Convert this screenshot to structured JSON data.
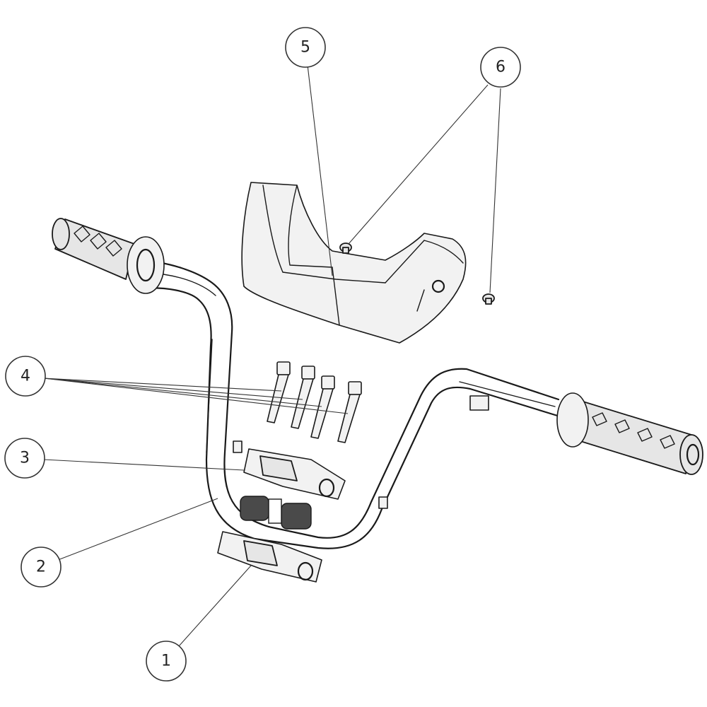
{
  "callouts": [
    {
      "id": "1",
      "label": "1"
    },
    {
      "id": "2",
      "label": "2"
    },
    {
      "id": "3",
      "label": "3"
    },
    {
      "id": "4",
      "label": "4"
    },
    {
      "id": "5",
      "label": "5"
    },
    {
      "id": "6",
      "label": "6"
    }
  ],
  "colors": {
    "line": "#1a1a1a",
    "shade": "#e6e6e6",
    "dark_band": "#4a4a4a",
    "background": "#ffffff"
  }
}
